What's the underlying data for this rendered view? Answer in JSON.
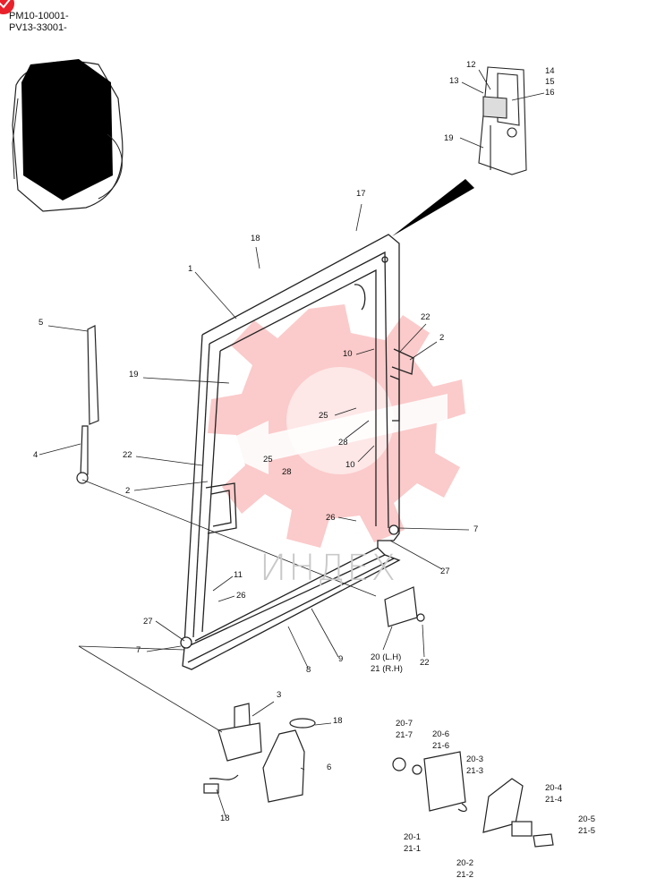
{
  "header": {
    "serial_line_1": "PM10-10001-",
    "serial_line_2": "PV13-33001-"
  },
  "watermark": {
    "text": "ИНДЕХ",
    "color": "#f46a6a"
  },
  "badge_color": "#e8212b",
  "callouts": [
    {
      "id": "c12",
      "text": "12"
    },
    {
      "id": "c13",
      "text": "13"
    },
    {
      "id": "c14",
      "text": "14"
    },
    {
      "id": "c15",
      "text": "15"
    },
    {
      "id": "c16",
      "text": "16"
    },
    {
      "id": "c19a",
      "text": "19"
    },
    {
      "id": "c17",
      "text": "17"
    },
    {
      "id": "c18a",
      "text": "18"
    },
    {
      "id": "c1",
      "text": "1"
    },
    {
      "id": "c5",
      "text": "5"
    },
    {
      "id": "c19b",
      "text": "19"
    },
    {
      "id": "c22a",
      "text": "22"
    },
    {
      "id": "c2a",
      "text": "2"
    },
    {
      "id": "c10a",
      "text": "10"
    },
    {
      "id": "c25a",
      "text": "25"
    },
    {
      "id": "c28a",
      "text": "28"
    },
    {
      "id": "c10b",
      "text": "10"
    },
    {
      "id": "c4",
      "text": "4"
    },
    {
      "id": "c22b",
      "text": "22"
    },
    {
      "id": "c25b",
      "text": "25"
    },
    {
      "id": "c28b",
      "text": "28"
    },
    {
      "id": "c2b",
      "text": "2"
    },
    {
      "id": "c26a",
      "text": "26"
    },
    {
      "id": "c7a",
      "text": "7"
    },
    {
      "id": "c27a",
      "text": "27"
    },
    {
      "id": "c11",
      "text": "11"
    },
    {
      "id": "c26b",
      "text": "26"
    },
    {
      "id": "c27b",
      "text": "27"
    },
    {
      "id": "c7b",
      "text": "7"
    },
    {
      "id": "c9",
      "text": "9"
    },
    {
      "id": "c8",
      "text": "8"
    },
    {
      "id": "c20lh",
      "text": "20 (L.H)"
    },
    {
      "id": "c21rh",
      "text": "21 (R.H)"
    },
    {
      "id": "c22c",
      "text": "22"
    },
    {
      "id": "c3",
      "text": "3"
    },
    {
      "id": "c18b",
      "text": "18"
    },
    {
      "id": "c6",
      "text": "6"
    },
    {
      "id": "c18c",
      "text": "18"
    },
    {
      "id": "c20_7",
      "text": "20-7"
    },
    {
      "id": "c21_7",
      "text": "21-7"
    },
    {
      "id": "c20_6",
      "text": "20-6"
    },
    {
      "id": "c21_6",
      "text": "21-6"
    },
    {
      "id": "c20_3",
      "text": "20-3"
    },
    {
      "id": "c21_3",
      "text": "21-3"
    },
    {
      "id": "c20_4",
      "text": "20-4"
    },
    {
      "id": "c21_4",
      "text": "21-4"
    },
    {
      "id": "c20_5",
      "text": "20-5"
    },
    {
      "id": "c21_5",
      "text": "21-5"
    },
    {
      "id": "c20_1",
      "text": "20-1"
    },
    {
      "id": "c21_1",
      "text": "21-1"
    },
    {
      "id": "c20_2",
      "text": "20-2"
    },
    {
      "id": "c21_2",
      "text": "21-2"
    }
  ]
}
